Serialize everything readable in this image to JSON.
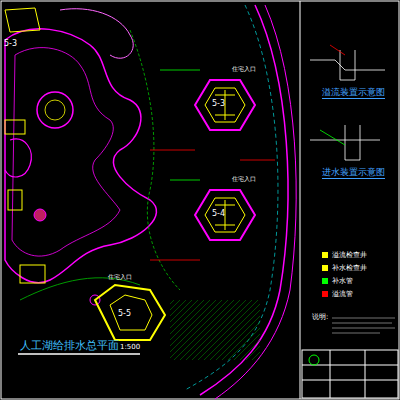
{
  "diagram": {
    "title": "人工湖给排水总平面",
    "labels": [
      "1:500",
      "溢流装置示意图",
      "进水装置示意图",
      "5-3",
      "5-3",
      "5-4",
      "5-5",
      "住宅入口",
      "住宅入口",
      "住宅入口",
      "说明:"
    ],
    "legend": [
      {
        "text": "溢流检查井",
        "color": "#ffff00"
      },
      {
        "text": "补水检查井",
        "color": "#ffff00"
      },
      {
        "text": "补水管",
        "color": "#00ff00"
      },
      {
        "text": "溢流管",
        "color": "#ff0000"
      }
    ]
  }
}
